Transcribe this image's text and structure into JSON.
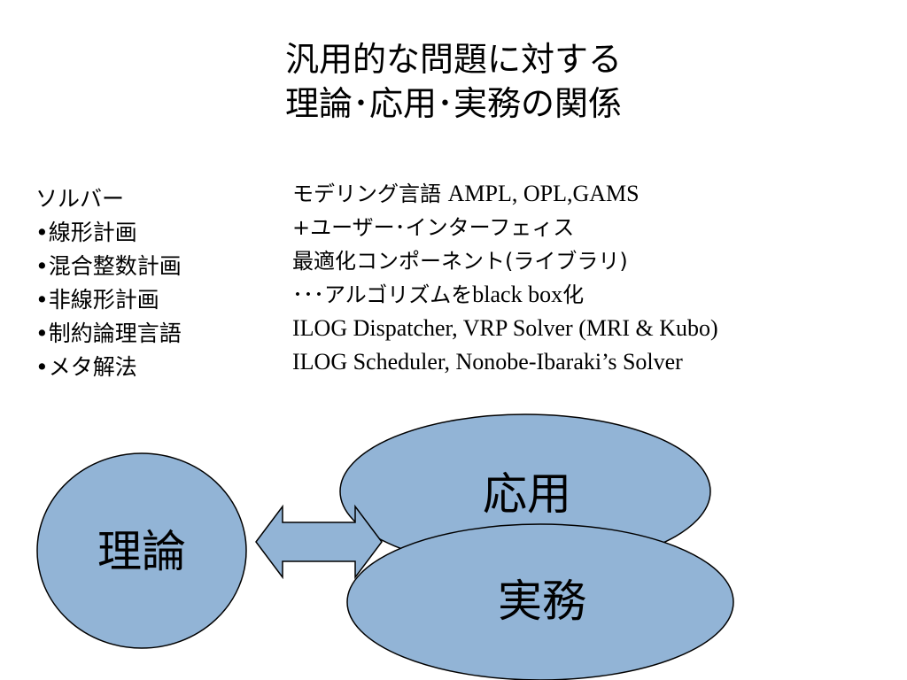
{
  "title": {
    "line1": "汎用的な問題に対する",
    "line2": "理論･応用･実務の関係"
  },
  "solvers": {
    "heading": "ソルバー",
    "items": [
      "•線形計画",
      "•混合整数計画",
      "•非線形計画",
      "•制約論理言語",
      "•メタ解法"
    ]
  },
  "tools": {
    "line1_jp": "モデリング言語 ",
    "line1_en": "AMPL, OPL,GAMS",
    "line2": "+ユーザー･インターフェィス",
    "line3": "最適化コンポーネント(ライブラリ)",
    "line4_jp": " ･･･アルゴリズムを",
    "line4_en": "black box",
    "line4_end": "化",
    "line5": "ILOG Dispatcher, VRP Solver (MRI & Kubo)",
    "line6": "ILOG Scheduler, Nonobe-Ibaraki’s Solver"
  },
  "diagram": {
    "theory": "理論",
    "application": "応用",
    "practice": "実務",
    "fill_color": "#92b4d6",
    "stroke_color": "#000000"
  }
}
